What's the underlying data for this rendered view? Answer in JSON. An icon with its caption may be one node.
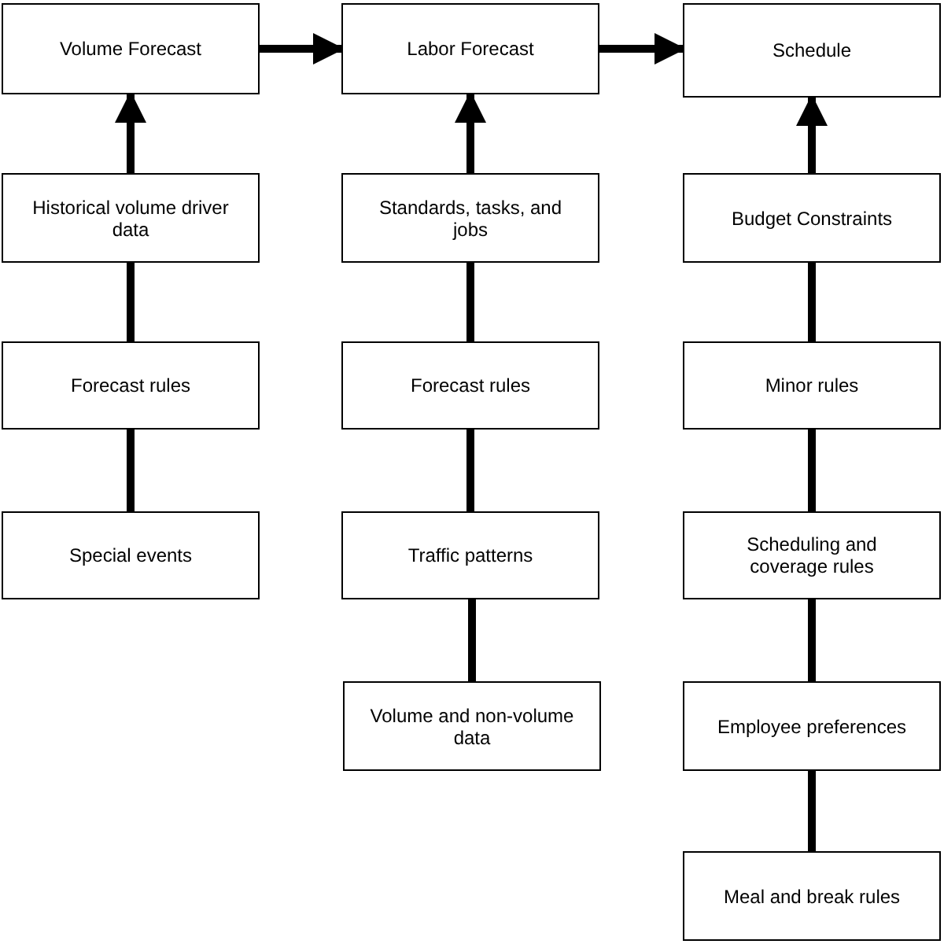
{
  "diagram": {
    "nodes": [
      {
        "text": [
          "Volume Forecast"
        ]
      },
      {
        "text": [
          "Labor Forecast"
        ]
      },
      {
        "text": [
          "Schedule"
        ]
      },
      {
        "text": [
          "Historical volume driver data"
        ]
      },
      {
        "text": [
          "Standards, tasks, and jobs"
        ]
      },
      {
        "text": [
          "Budget Constraints"
        ]
      },
      {
        "text": [
          "Forecast rules"
        ]
      },
      {
        "text": [
          "Forecast rules"
        ]
      },
      {
        "text": [
          "Minor rules"
        ]
      },
      {
        "text": [
          "Special events"
        ]
      },
      {
        "text": [
          "Traffic patterns"
        ]
      },
      {
        "text": [
          "Scheduling and coverage rules"
        ]
      },
      {
        "text": [
          "Volume and non-volume data"
        ]
      },
      {
        "text": [
          "Employee preferences"
        ]
      },
      {
        "text": [
          "Meal and break rules"
        ]
      }
    ],
    "edges": [
      {
        "from": 0,
        "to": 1,
        "arrow": "to"
      },
      {
        "from": 1,
        "to": 2,
        "arrow": "to"
      },
      {
        "from": 3,
        "to": 0,
        "arrow": "to"
      },
      {
        "from": 6,
        "to": 3,
        "arrow": "none"
      },
      {
        "from": 9,
        "to": 6,
        "arrow": "none"
      },
      {
        "from": 4,
        "to": 1,
        "arrow": "to"
      },
      {
        "from": 7,
        "to": 4,
        "arrow": "none"
      },
      {
        "from": 10,
        "to": 7,
        "arrow": "none"
      },
      {
        "from": 12,
        "to": 10,
        "arrow": "none"
      },
      {
        "from": 5,
        "to": 2,
        "arrow": "to"
      },
      {
        "from": 8,
        "to": 5,
        "arrow": "none"
      },
      {
        "from": 11,
        "to": 8,
        "arrow": "none"
      },
      {
        "from": 13,
        "to": 11,
        "arrow": "none"
      },
      {
        "from": 14,
        "to": 13,
        "arrow": "none"
      }
    ]
  }
}
